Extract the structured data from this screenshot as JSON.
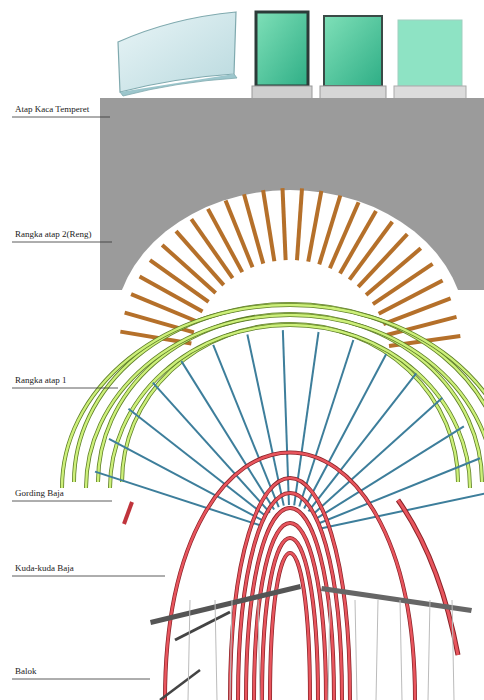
{
  "diagram": {
    "labels": [
      "Atap Kaca Temperet",
      "Rangka atap 2(Reng)",
      "Rangka atap 1",
      "Gording Baja",
      "Kuda-kuda Baja",
      "Balok"
    ]
  }
}
